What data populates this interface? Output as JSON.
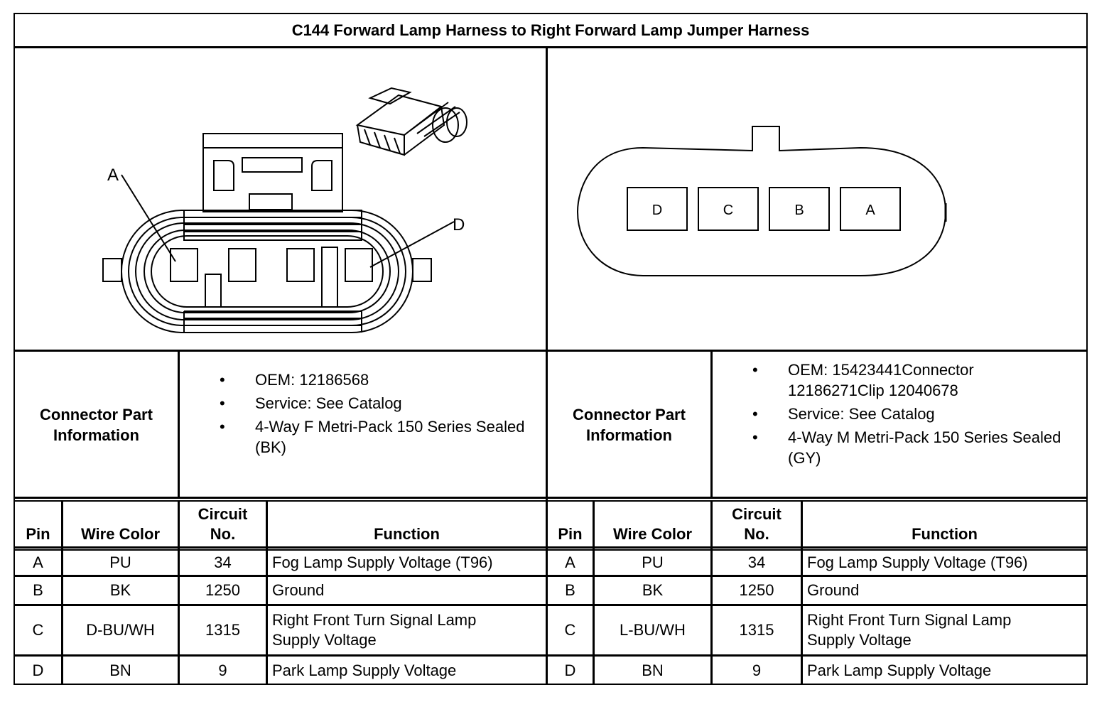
{
  "title": "C144 Forward Lamp Harness to Right Forward Lamp Jumper Harness",
  "left_connector": {
    "pin_labels": [
      "A",
      "D"
    ],
    "part_info_label_line1": "Connector Part",
    "part_info_label_line2": "Information",
    "bullets": [
      "OEM: 12186568",
      "Service: See Catalog",
      "4-Way F Metri-Pack 150 Series Sealed (BK)"
    ]
  },
  "right_connector": {
    "pin_labels": [
      "D",
      "C",
      "B",
      "A"
    ],
    "part_info_label_line1": "Connector Part",
    "part_info_label_line2": "Information",
    "bullets": [
      "OEM: 15423441Connector 12186271Clip 12040678",
      "Service: See Catalog",
      "4-Way M Metri-Pack 150 Series Sealed (GY)"
    ]
  },
  "table_headers": {
    "pin": "Pin",
    "wire_color": "Wire Color",
    "circuit_line1": "Circuit",
    "circuit_line2": "No.",
    "function": "Function"
  },
  "left_table": [
    {
      "pin": "A",
      "wire_color": "PU",
      "circuit": "34",
      "function": "Fog Lamp Supply Voltage (T96)"
    },
    {
      "pin": "B",
      "wire_color": "BK",
      "circuit": "1250",
      "function": "Ground"
    },
    {
      "pin": "C",
      "wire_color": "D-BU/WH",
      "circuit": "1315",
      "function": "Right Front Turn Signal Lamp Supply Voltage"
    },
    {
      "pin": "D",
      "wire_color": "BN",
      "circuit": "9",
      "function": "Park Lamp Supply Voltage"
    }
  ],
  "right_table": [
    {
      "pin": "A",
      "wire_color": "PU",
      "circuit": "34",
      "function": "Fog Lamp Supply Voltage (T96)"
    },
    {
      "pin": "B",
      "wire_color": "BK",
      "circuit": "1250",
      "function": "Ground"
    },
    {
      "pin": "C",
      "wire_color": "L-BU/WH",
      "circuit": "1315",
      "function": "Right Front Turn Signal Lamp Supply Voltage"
    },
    {
      "pin": "D",
      "wire_color": "BN",
      "circuit": "9",
      "function": "Park Lamp Supply Voltage"
    }
  ]
}
